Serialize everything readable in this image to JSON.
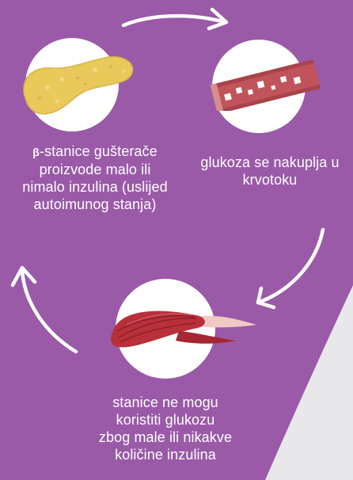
{
  "diagram": {
    "nodes": [
      {
        "id": "pancreas",
        "icon": "pancreas-icon",
        "label_prefix": "β",
        "label_lines": [
          "-stanice gušterače",
          "proizvode malo ili",
          "nimalo inzulina (uslijed",
          "autoimunog stanja)"
        ]
      },
      {
        "id": "blood-vessel",
        "icon": "blood-vessel-glucose-icon",
        "label_lines": [
          "glukoza se nakuplja u",
          "krvotoku"
        ]
      },
      {
        "id": "muscle",
        "icon": "muscle-icon",
        "label_lines": [
          "stanice ne mogu",
          "koristiti glukozu",
          "zbog male ili nikakve",
          "količine inzulina"
        ]
      }
    ],
    "colors": {
      "background": "#9a5aa8",
      "wedge": "#e8e8ea",
      "text": "#ffffff",
      "pancreas": "#e9c95a",
      "vessel": "#c0545a",
      "muscle": "#b8303a",
      "tendon": "#f1c9c4"
    }
  }
}
